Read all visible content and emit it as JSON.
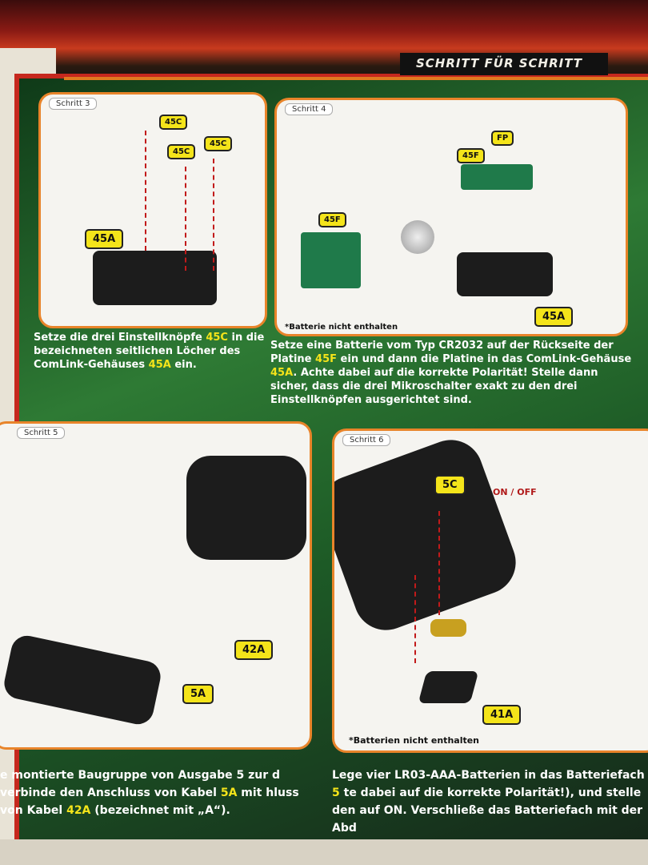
{
  "header": {
    "title": "SCHRITT FÜR SCHRITT"
  },
  "step3": {
    "label": "Schritt 3",
    "parts": [
      "45C",
      "45C",
      "45C",
      "45A"
    ],
    "text_a": "Setze die drei Einstellknöpfe ",
    "text_b": "45C",
    "text_c": " in die bezeichneten seitlichen Löcher des ComLink-Gehäuses ",
    "text_d": "45A",
    "text_e": " ein."
  },
  "step4": {
    "label": "Schritt 4",
    "parts": [
      "45F",
      "FP",
      "45F",
      "45A"
    ],
    "note": "*Batterie nicht enthalten",
    "text_a": "Setze eine Batterie vom Typ CR2032 auf der Rückseite der Platine ",
    "text_b": "45F",
    "text_c": " ein und dann die Platine in das ComLink-Gehäuse ",
    "text_d": "45A",
    "text_e": ". Achte dabei auf die korrekte Polarität! Stelle dann sicher, dass die drei Mikroschalter exakt zu den drei Einstellknöpfen ausgerichtet sind."
  },
  "step5": {
    "label": "Schritt 5",
    "parts": [
      "42A",
      "5A"
    ],
    "text_a": "e montierte Baugruppe von Ausgabe 5 zur d verbinde den Anschluss von Kabel ",
    "text_b": "5A",
    "text_c": " mit hluss von Kabel ",
    "text_d": "42A",
    "text_e": " (bezeichnet mit „A“)."
  },
  "step6": {
    "label": "Schritt 6",
    "parts": [
      "5C",
      "41A"
    ],
    "switch_label": "ON / OFF",
    "note": "*Batterien nicht enthalten",
    "text_a": "Lege vier LR03-AAA-Batterien in das Batteriefach ",
    "text_b": "5",
    "text_c": " te dabei auf die korrekte Polarität!), und stelle den auf ON. Verschließe das Batteriefach mit der Abd"
  }
}
